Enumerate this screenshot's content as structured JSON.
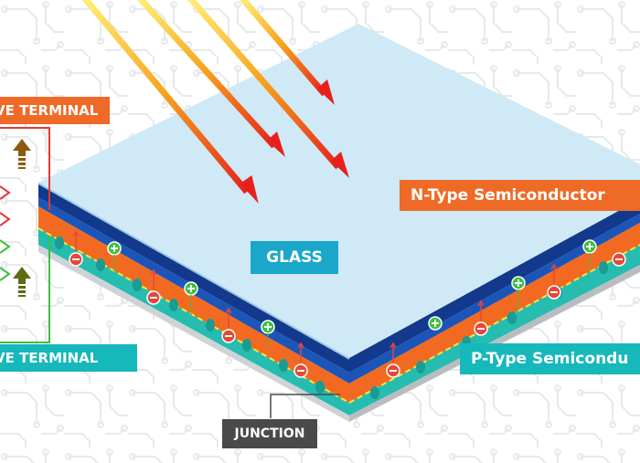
{
  "labels": {
    "negative_terminal": "VE TERMINAL",
    "positive_terminal": "VE TERMINAL",
    "glass": "GLASS",
    "n_type": "N-Type Semiconductor",
    "p_type": "P-Type Semicondu",
    "junction": "JUNCTION"
  },
  "colors": {
    "glass_top": "#cfe9f7",
    "blue_layer": "#1c55b8",
    "n_layer": "#f26a21",
    "p_layer": "#26bcb0",
    "label_orange": "#ef6a27",
    "label_teal": "#16b8bb",
    "label_gray": "#4a4a4a",
    "circuit_red": "#e53935",
    "circuit_green": "#3fbf3f",
    "arrow_brown": "#8a5a10",
    "arrow_olive": "#5d6b12"
  },
  "icons": {
    "sun_rays": "sunlight-ray-arrows",
    "negative_charge": "minus-circle-icon",
    "positive_charge": "plus-circle-icon",
    "terminal_arrows": "up-arrow-icon",
    "flow_indicators": "chevron-right-icon"
  }
}
